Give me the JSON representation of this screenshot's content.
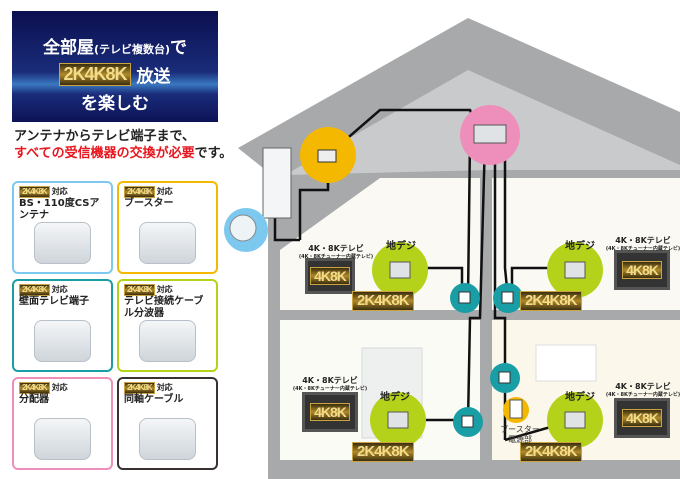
{
  "title": {
    "line1": "全部屋",
    "line1_small": "(テレビ複数台)",
    "line1_end": "で",
    "badge": "2K4K8K",
    "line2_end": "放送",
    "line3": "を楽しむ"
  },
  "subtitle": {
    "line1": "アンテナからテレビ端子まで、",
    "line2_red": "すべての受信機器の交換が必要",
    "line2_end": "です。"
  },
  "products": [
    {
      "badge": "2K4K8K",
      "compat": "対応",
      "name": "BS・110度CSアンテナ",
      "color": "#7cc8ef"
    },
    {
      "badge": "2K4K8K",
      "compat": "対応",
      "name": "ブースター",
      "color": "#f5b800"
    },
    {
      "badge": "2K4K8K",
      "compat": "対応",
      "name": "壁面テレビ端子",
      "color": "#1a9ea6"
    },
    {
      "badge": "2K4K8K",
      "compat": "対応",
      "name": "テレビ接続ケーブル分波器",
      "color": "#b5d21a"
    },
    {
      "badge": "2K4K8K",
      "compat": "対応",
      "name": "分配器",
      "color": "#ee8fbb"
    },
    {
      "badge": "2K4K8K",
      "compat": "対応",
      "name": "同軸ケーブル",
      "color": "#3a3230"
    }
  ],
  "diagram": {
    "tv_label": "4K・8Kテレビ",
    "tv_sub": "(4K・8Kチューナー内蔵テレビ)",
    "tv_badge": "4K8K",
    "chidegi": "地デジ",
    "room_badge": "2K4K8K",
    "booster_power": "ブースター電源部"
  }
}
